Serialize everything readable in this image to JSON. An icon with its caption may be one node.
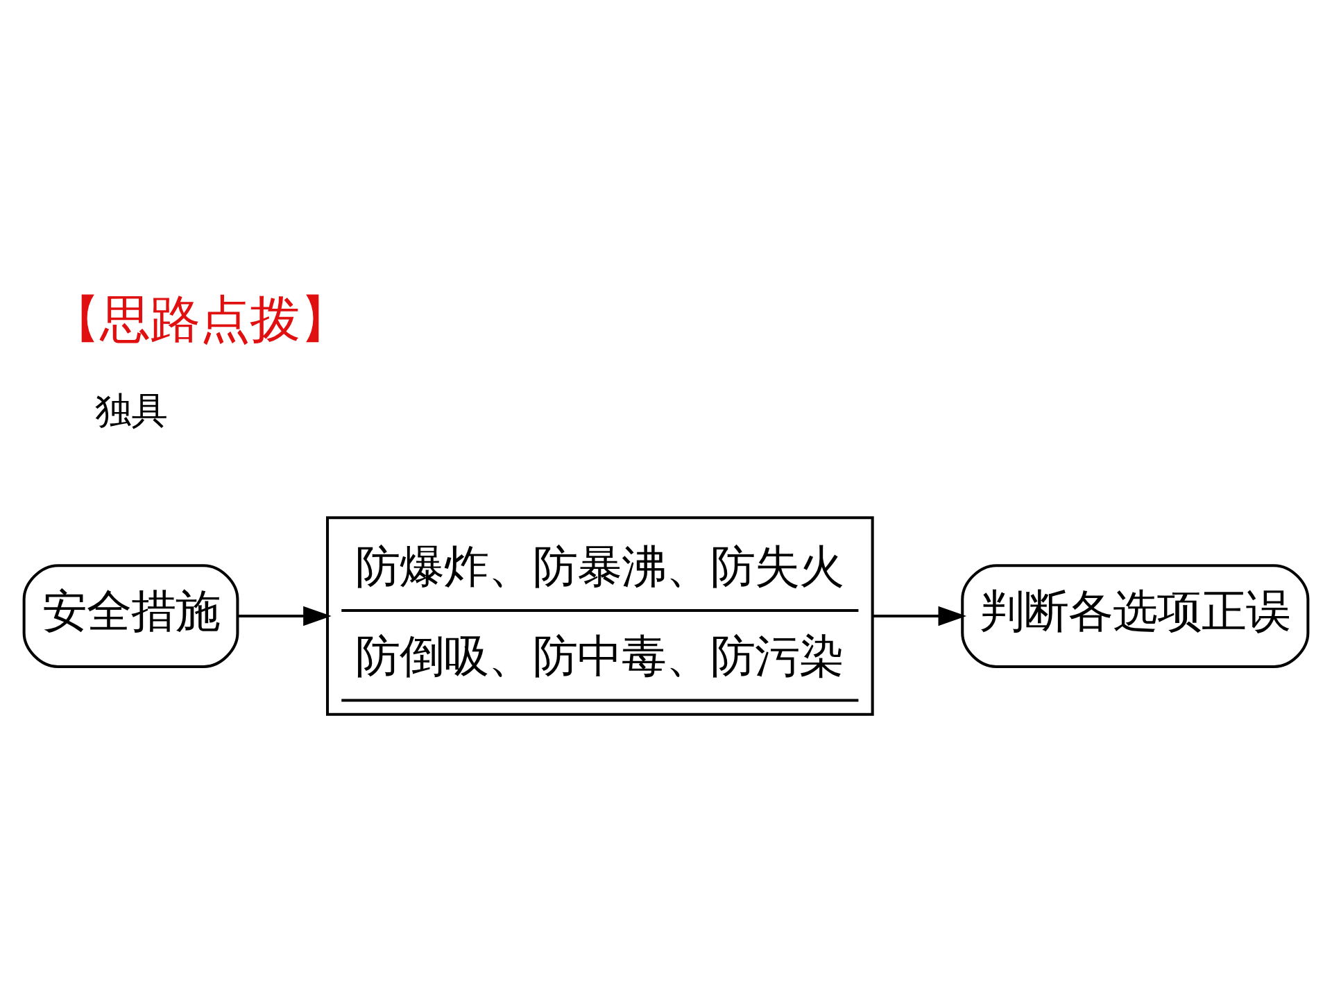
{
  "diagram": {
    "title": "【思路点拨】",
    "nodes": [
      {
        "text": [
          "安全措施"
        ]
      },
      {
        "text": [
          "防爆炸、防暴沸、防失火",
          "防倒吸、防中毒、防污染"
        ]
      },
      {
        "text": [
          "判断各选项正误"
        ]
      }
    ],
    "edges": [
      {
        "from": 0,
        "to": 1,
        "arrow": "to"
      },
      {
        "from": 1,
        "to": 2,
        "arrow": "to"
      }
    ],
    "labels": [
      "独具"
    ]
  }
}
